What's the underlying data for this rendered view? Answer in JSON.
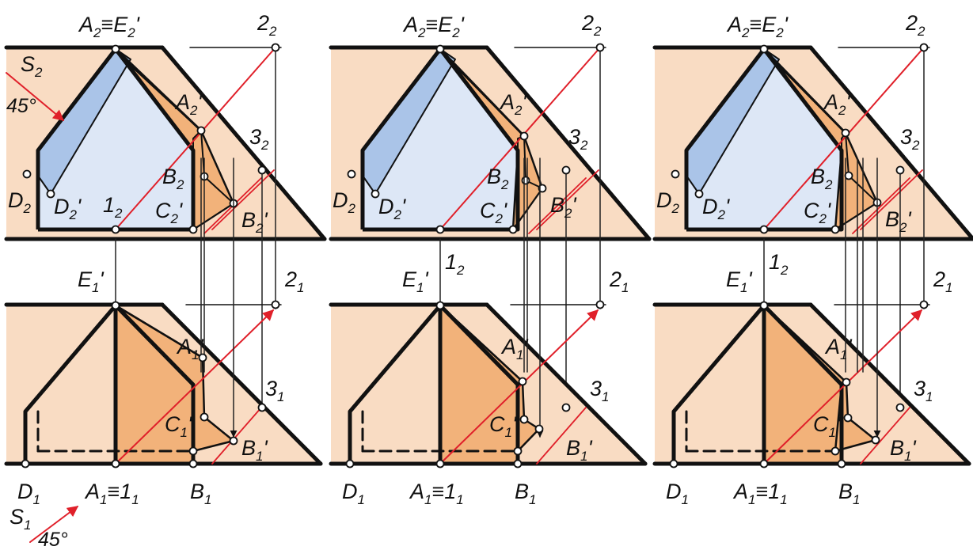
{
  "colors": {
    "background_fill": "#f9dcc3",
    "blue_face": "#aac4e8",
    "light_blue_face": "#dde7f6",
    "orange_face": "#f2b27a",
    "outline": "#111111",
    "projection_line": "#222222",
    "light_ray": "#e0202a"
  },
  "panels": [
    {
      "top_title": {
        "base": "A",
        "sub": "2",
        "mid": "≡E",
        "sub2": "2",
        "tail": "'"
      },
      "labels": {
        "s2": {
          "base": "S",
          "sub": "2"
        },
        "angle_top": "45°",
        "p2_2": {
          "base": "2",
          "sub": "2"
        },
        "a2p": {
          "base": "A",
          "sub": "2",
          "tail": "'"
        },
        "p3_2": {
          "base": "3",
          "sub": "2"
        },
        "b2": {
          "base": "B",
          "sub": "2"
        },
        "c2p": {
          "base": "C",
          "sub": "2",
          "tail": "'"
        },
        "b2p": {
          "base": "B",
          "sub": "2",
          "tail": "'"
        },
        "d2": {
          "base": "D",
          "sub": "2"
        },
        "d2p": {
          "base": "D",
          "sub": "2",
          "tail": "'"
        },
        "p1_2": {
          "base": "1",
          "sub": "2"
        },
        "e1p": {
          "base": "E",
          "sub": "1",
          "tail": "'"
        },
        "p2_1": {
          "base": "2",
          "sub": "1"
        },
        "a1p": {
          "base": "A",
          "sub": "1",
          "tail": "'"
        },
        "p3_1": {
          "base": "3",
          "sub": "1"
        },
        "c1p": {
          "base": "C",
          "sub": "1",
          "tail": "'"
        },
        "b1p": {
          "base": "B",
          "sub": "1",
          "tail": "'"
        },
        "d1": {
          "base": "D",
          "sub": "1"
        },
        "a1": {
          "base": "A",
          "sub": "1",
          "mid": "≡1",
          "sub2": "1"
        },
        "b1": {
          "base": "B",
          "sub": "1"
        },
        "s1": {
          "base": "S",
          "sub": "1"
        },
        "angle_bottom": "45°"
      }
    },
    {
      "top_title": {
        "base": "A",
        "sub": "2",
        "mid": "≡E",
        "sub2": "2",
        "tail": "'"
      },
      "labels": {
        "p2_2": {
          "base": "2",
          "sub": "2"
        },
        "a2p": {
          "base": "A",
          "sub": "2",
          "tail": "'"
        },
        "p3_2": {
          "base": "3",
          "sub": "2"
        },
        "b2": {
          "base": "B",
          "sub": "2"
        },
        "c2p": {
          "base": "C",
          "sub": "2",
          "tail": "'"
        },
        "b2p": {
          "base": "B",
          "sub": "2",
          "tail": "'"
        },
        "d2": {
          "base": "D",
          "sub": "2"
        },
        "d2p": {
          "base": "D",
          "sub": "2",
          "tail": "'"
        },
        "p1_2": {
          "base": "1",
          "sub": "2"
        },
        "e1p": {
          "base": "E",
          "sub": "1",
          "tail": "'"
        },
        "p2_1": {
          "base": "2",
          "sub": "1"
        },
        "a1p": {
          "base": "A",
          "sub": "1",
          "tail": "'"
        },
        "p3_1": {
          "base": "3",
          "sub": "1"
        },
        "c1p": {
          "base": "C",
          "sub": "1",
          "tail": "'"
        },
        "b1p": {
          "base": "B",
          "sub": "1",
          "tail": "'"
        },
        "d1": {
          "base": "D",
          "sub": "1"
        },
        "a1": {
          "base": "A",
          "sub": "1",
          "mid": "≡1",
          "sub2": "1"
        },
        "b1": {
          "base": "B",
          "sub": "1"
        }
      }
    },
    {
      "top_title": {
        "base": "A",
        "sub": "2",
        "mid": "≡E",
        "sub2": "2",
        "tail": "'"
      },
      "labels": {
        "p2_2": {
          "base": "2",
          "sub": "2"
        },
        "a2p": {
          "base": "A",
          "sub": "2",
          "tail": "'"
        },
        "p3_2": {
          "base": "3",
          "sub": "2"
        },
        "b2": {
          "base": "B",
          "sub": "2"
        },
        "c2p": {
          "base": "C",
          "sub": "2",
          "tail": "'"
        },
        "b2p": {
          "base": "B",
          "sub": "2",
          "tail": "'"
        },
        "d2": {
          "base": "D",
          "sub": "2"
        },
        "d2p": {
          "base": "D",
          "sub": "2",
          "tail": "'"
        },
        "p1_2": {
          "base": "1",
          "sub": "2"
        },
        "e1p": {
          "base": "E",
          "sub": "1",
          "tail": "'"
        },
        "p2_1": {
          "base": "2",
          "sub": "1"
        },
        "a1p": {
          "base": "A",
          "sub": "1",
          "tail": "'"
        },
        "p3_1": {
          "base": "3",
          "sub": "1"
        },
        "c1p": {
          "base": "C",
          "sub": "1",
          "tail": "'"
        },
        "b1p": {
          "base": "B",
          "sub": "1",
          "tail": "'"
        },
        "d1": {
          "base": "D",
          "sub": "1"
        },
        "a1": {
          "base": "A",
          "sub": "1",
          "mid": "≡1",
          "sub2": "1"
        },
        "b1": {
          "base": "B",
          "sub": "1"
        }
      }
    }
  ]
}
